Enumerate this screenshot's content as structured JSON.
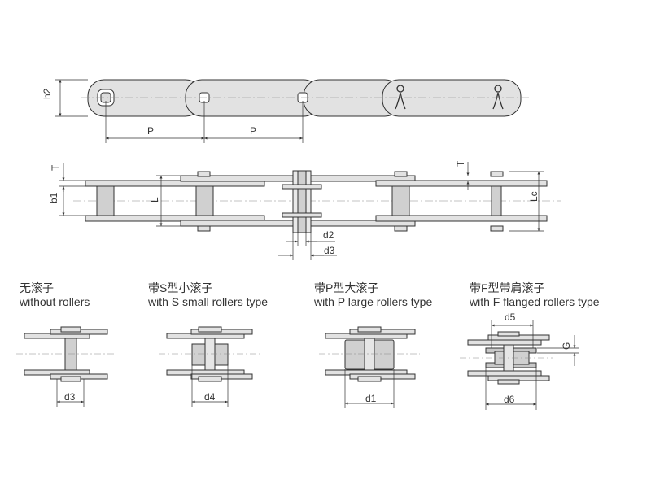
{
  "dimension_labels": {
    "h2": "h2",
    "P": "P",
    "T": "T",
    "b1": "b1",
    "L": "L",
    "Lc": "Lc",
    "d2": "d2",
    "d3": "d3",
    "d4": "d4",
    "d1": "d1",
    "d5": "d5",
    "d6": "d6",
    "G": "G"
  },
  "roller_types": [
    {
      "title_cn": "无滚子",
      "title_en": "without rollers"
    },
    {
      "title_cn": "带S型小滚子",
      "title_en": "with S small  rollers type"
    },
    {
      "title_cn": "带P型大滚子",
      "title_en": "with P large rollers type"
    },
    {
      "title_cn": "带F型带肩滚子",
      "title_en": "with F flanged rollers type"
    }
  ],
  "colors": {
    "line": "#333333",
    "plate_fill": "#dcdcdc",
    "roller_fill": "#cfcfcf",
    "centerline": "#888888"
  }
}
